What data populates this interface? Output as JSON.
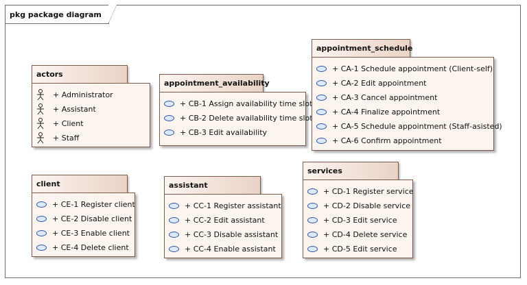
{
  "diagram": {
    "frame_label": "pkg package diagram"
  },
  "packages": {
    "actors": {
      "name": "actors",
      "items": [
        "+ Administrator",
        "+ Assistant",
        "+ Client",
        "+ Staff"
      ]
    },
    "appointment_availability": {
      "name": "appointment_availability",
      "items": [
        "+ CB-1 Assign availability time slot",
        "+ CB-2 Delete availability time slot",
        "+ CB-3 Edit availability"
      ]
    },
    "appointment_schedule": {
      "name": "appointment_schedule",
      "items": [
        "+ CA-1 Schedule appointment (Client-self)",
        "+ CA-2 Edit appointment",
        "+ CA-3 Cancel appointment",
        "+ CA-4 Finalize appointment",
        "+ CA-5 Schedule appointment (Staff-asisted)",
        "+ CA-6 Confirm appointment"
      ]
    },
    "client": {
      "name": "client",
      "items": [
        "+ CE-1 Register client",
        "+ CE-2 Disable client",
        "+ CE-3 Enable client",
        "+ CE-4 Delete client"
      ]
    },
    "assistant": {
      "name": "assistant",
      "items": [
        "+ CC-1 Register assistant",
        "+ CC-2 Edit assistant",
        "+ CC-3 Disable assistant",
        "+ CC-4 Enable assistant"
      ]
    },
    "services": {
      "name": "services",
      "items": [
        "+ CD-1 Register service",
        "+ CD-2 Disable service",
        "+ CD-3 Edit service",
        "+ CD-4 Delete service",
        "+ CD-5 Edit service"
      ]
    }
  }
}
